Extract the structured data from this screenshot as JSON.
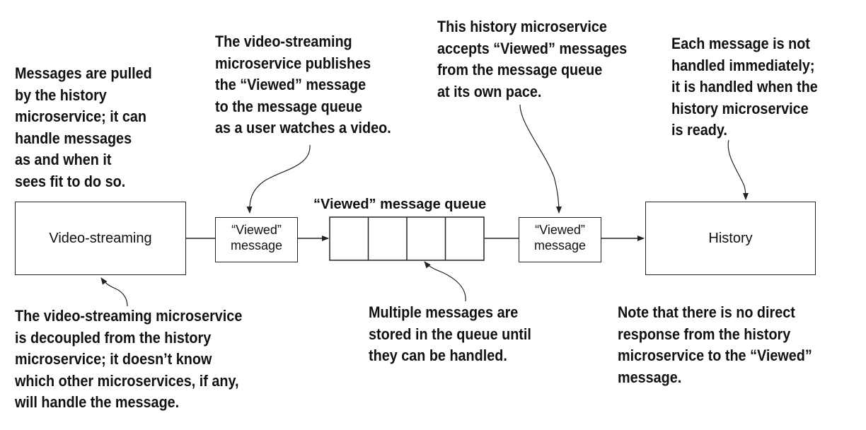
{
  "boxes": {
    "video_streaming": "Video-streaming",
    "history": "History"
  },
  "messages": {
    "left": [
      "“Viewed”",
      "message"
    ],
    "right": [
      "“Viewed”",
      "message"
    ]
  },
  "queue": {
    "title": "“Viewed” message queue",
    "slot_count": 4
  },
  "notes": {
    "pulled": [
      "Messages are pulled",
      "by the history",
      "microservice; it can",
      "handle messages",
      "as and when it",
      "sees fit to do so."
    ],
    "publishes": [
      "The video-streaming",
      "microservice publishes",
      "the “Viewed” message",
      "to the message queue",
      "as a user watches a video."
    ],
    "accepts": [
      "This history microservice",
      "accepts “Viewed” messages",
      "from the message queue",
      "at its own pace."
    ],
    "not_immediate": [
      "Each message is not",
      "handled immediately;",
      "it is handled when the",
      "history microservice",
      "is ready."
    ],
    "decoupled": [
      "The video-streaming microservice",
      "is decoupled from the history",
      "microservice; it doesn’t know",
      "which other microservices, if any,",
      "will handle the message."
    ],
    "stored": [
      "Multiple messages are",
      "stored in the queue until",
      "they can be handled."
    ],
    "no_response": [
      "Note that there is no direct",
      "response from the history",
      "microservice to the “Viewed”",
      "message."
    ]
  }
}
